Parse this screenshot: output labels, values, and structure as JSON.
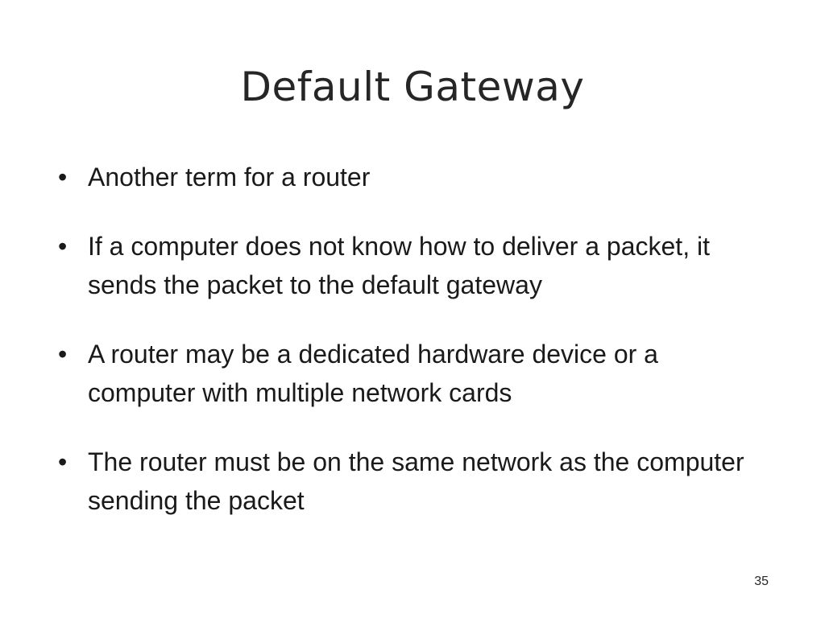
{
  "slide": {
    "title": "Default Gateway",
    "bullets": [
      "Another term for a router",
      "If a computer does not know how to deliver a packet, it sends the packet to the default gateway",
      "A router may be a dedicated hardware device or a computer with multiple network cards",
      "The router must be on the same network as the computer sending the packet"
    ],
    "bullet_glyph": "•",
    "page_number": "35"
  }
}
